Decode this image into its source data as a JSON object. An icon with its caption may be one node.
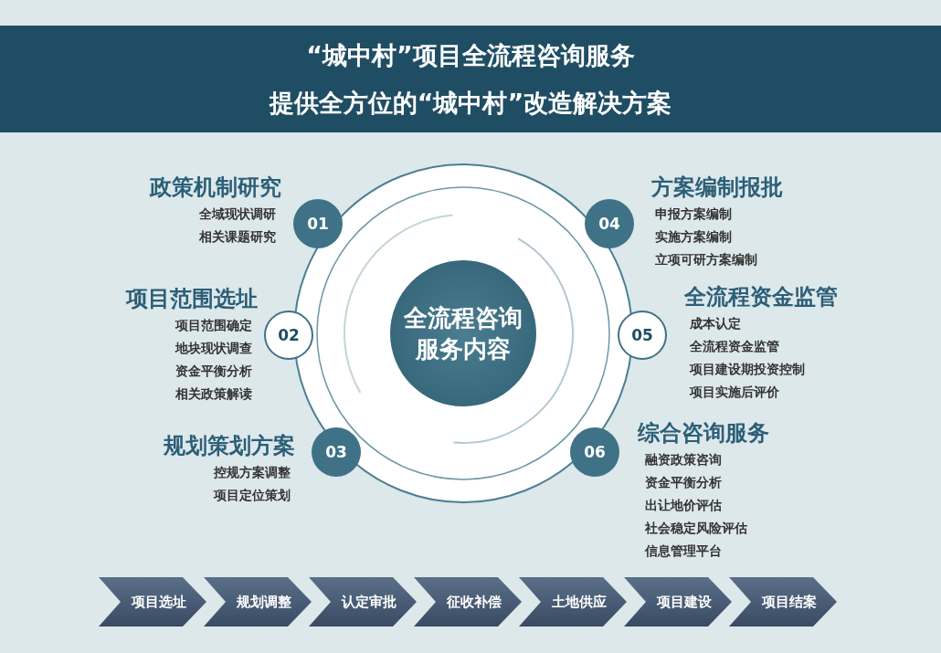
{
  "diagram": {
    "title": "“城中村”项目全流程咨询服务",
    "nodes": [
      {
        "text": [],
        "shape": "circle"
      },
      {
        "text": [
          "全流程咨询服务内容"
        ],
        "in": 0
      },
      {
        "text": [
          "01"
        ],
        "beside": [
          "政策机制研究",
          "全域现状调研",
          "相关课题研究"
        ]
      },
      {
        "text": [
          "02"
        ],
        "beside": [
          "项目范围选址",
          "项目范围确定",
          "地块现状调查",
          "资金平衡分析",
          "相关政策解读"
        ]
      },
      {
        "text": [
          "03"
        ],
        "beside": [
          "规划策划方案",
          "控规方案调整",
          "项目定位策划"
        ]
      },
      {
        "text": [
          "04"
        ],
        "beside": [
          "方案编制报批",
          "申报方案编制",
          "实施方案编制",
          "立项可研方案编制"
        ]
      },
      {
        "text": [
          "05"
        ],
        "beside": [
          "全流程资金监管",
          "成本认定",
          "全流程资金监管",
          "项目建设期投资控制",
          "项目实施后评价"
        ]
      },
      {
        "text": [
          "06"
        ],
        "beside": [
          "综合咨询服务",
          "融资政策咨询",
          "资金平衡分析",
          "出让地价评估",
          "社会稳定风险评估",
          "信息管理平台"
        ]
      },
      {
        "text": [
          "项目选址"
        ]
      },
      {
        "text": [
          "规划调整"
        ]
      },
      {
        "text": [
          "认定审批"
        ]
      },
      {
        "text": [
          "征收补偿"
        ]
      },
      {
        "text": [
          "土地供应"
        ]
      },
      {
        "text": [
          "项目建设"
        ]
      },
      {
        "text": [
          "项目结案"
        ]
      }
    ],
    "labels": [
      "提供全方位的“城中村”改造解决方案"
    ]
  }
}
